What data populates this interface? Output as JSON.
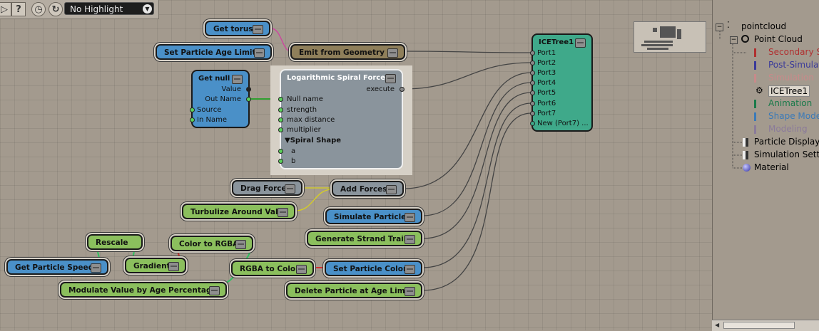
{
  "toolbar": {
    "highlight_select": "No Highlight"
  },
  "nodes": {
    "get_torus": "Get torus",
    "set_particle_age_limit": "Set Particle Age Limit",
    "emit_from_geometry": "Emit from Geometry",
    "get_null": {
      "title": "Get null",
      "ports": [
        "Value",
        "Out Name",
        "Source",
        "In Name"
      ]
    },
    "log_spiral": {
      "title": "Logarithmic Spiral Force",
      "execute": "execute",
      "ports": [
        "Null name",
        "strength",
        "max distance",
        "multiplier"
      ],
      "group": "▼Spiral Shape",
      "group_ports": [
        "a",
        "b"
      ]
    },
    "ice_tree": {
      "title": "ICETree1",
      "ports": [
        "Port1",
        "Port2",
        "Port3",
        "Port4",
        "Port5",
        "Port6",
        "Port7",
        "New (Port7) ..."
      ]
    },
    "drag_force": "Drag Force",
    "add_forces": "Add Forces",
    "turbulize": "Turbulize Around Value",
    "simulate_particles": "Simulate Particles",
    "generate_strand_trails": "Generate Strand Trails",
    "rescale": "Rescale",
    "color_to_rgba": "Color to RGBA",
    "gradient": "Gradient",
    "get_particle_speed": "Get Particle Speed",
    "rgba_to_color": "RGBA to Color",
    "set_particle_color": "Set Particle Color",
    "modulate": "Modulate Value by Age Percentage",
    "delete_particle": "Delete Particle at Age Limit"
  },
  "explorer": {
    "root": "pointcloud",
    "point_cloud": "Point Cloud",
    "items": [
      {
        "label": "Secondary S",
        "color": "#b03030"
      },
      {
        "label": "Post-Simulat",
        "color": "#3a3a9a"
      },
      {
        "label": "Simulation",
        "color": "#c88a8a"
      },
      {
        "label": "ICETree1",
        "color": "#111111"
      },
      {
        "label": "Animation",
        "color": "#1a7a4a"
      },
      {
        "label": "Shape Mode",
        "color": "#3a7ab8"
      },
      {
        "label": "Modeling",
        "color": "#8a7a9a"
      }
    ],
    "particle_display": "Particle Display",
    "simulation_settings": "Simulation Setti",
    "material": "Material"
  }
}
